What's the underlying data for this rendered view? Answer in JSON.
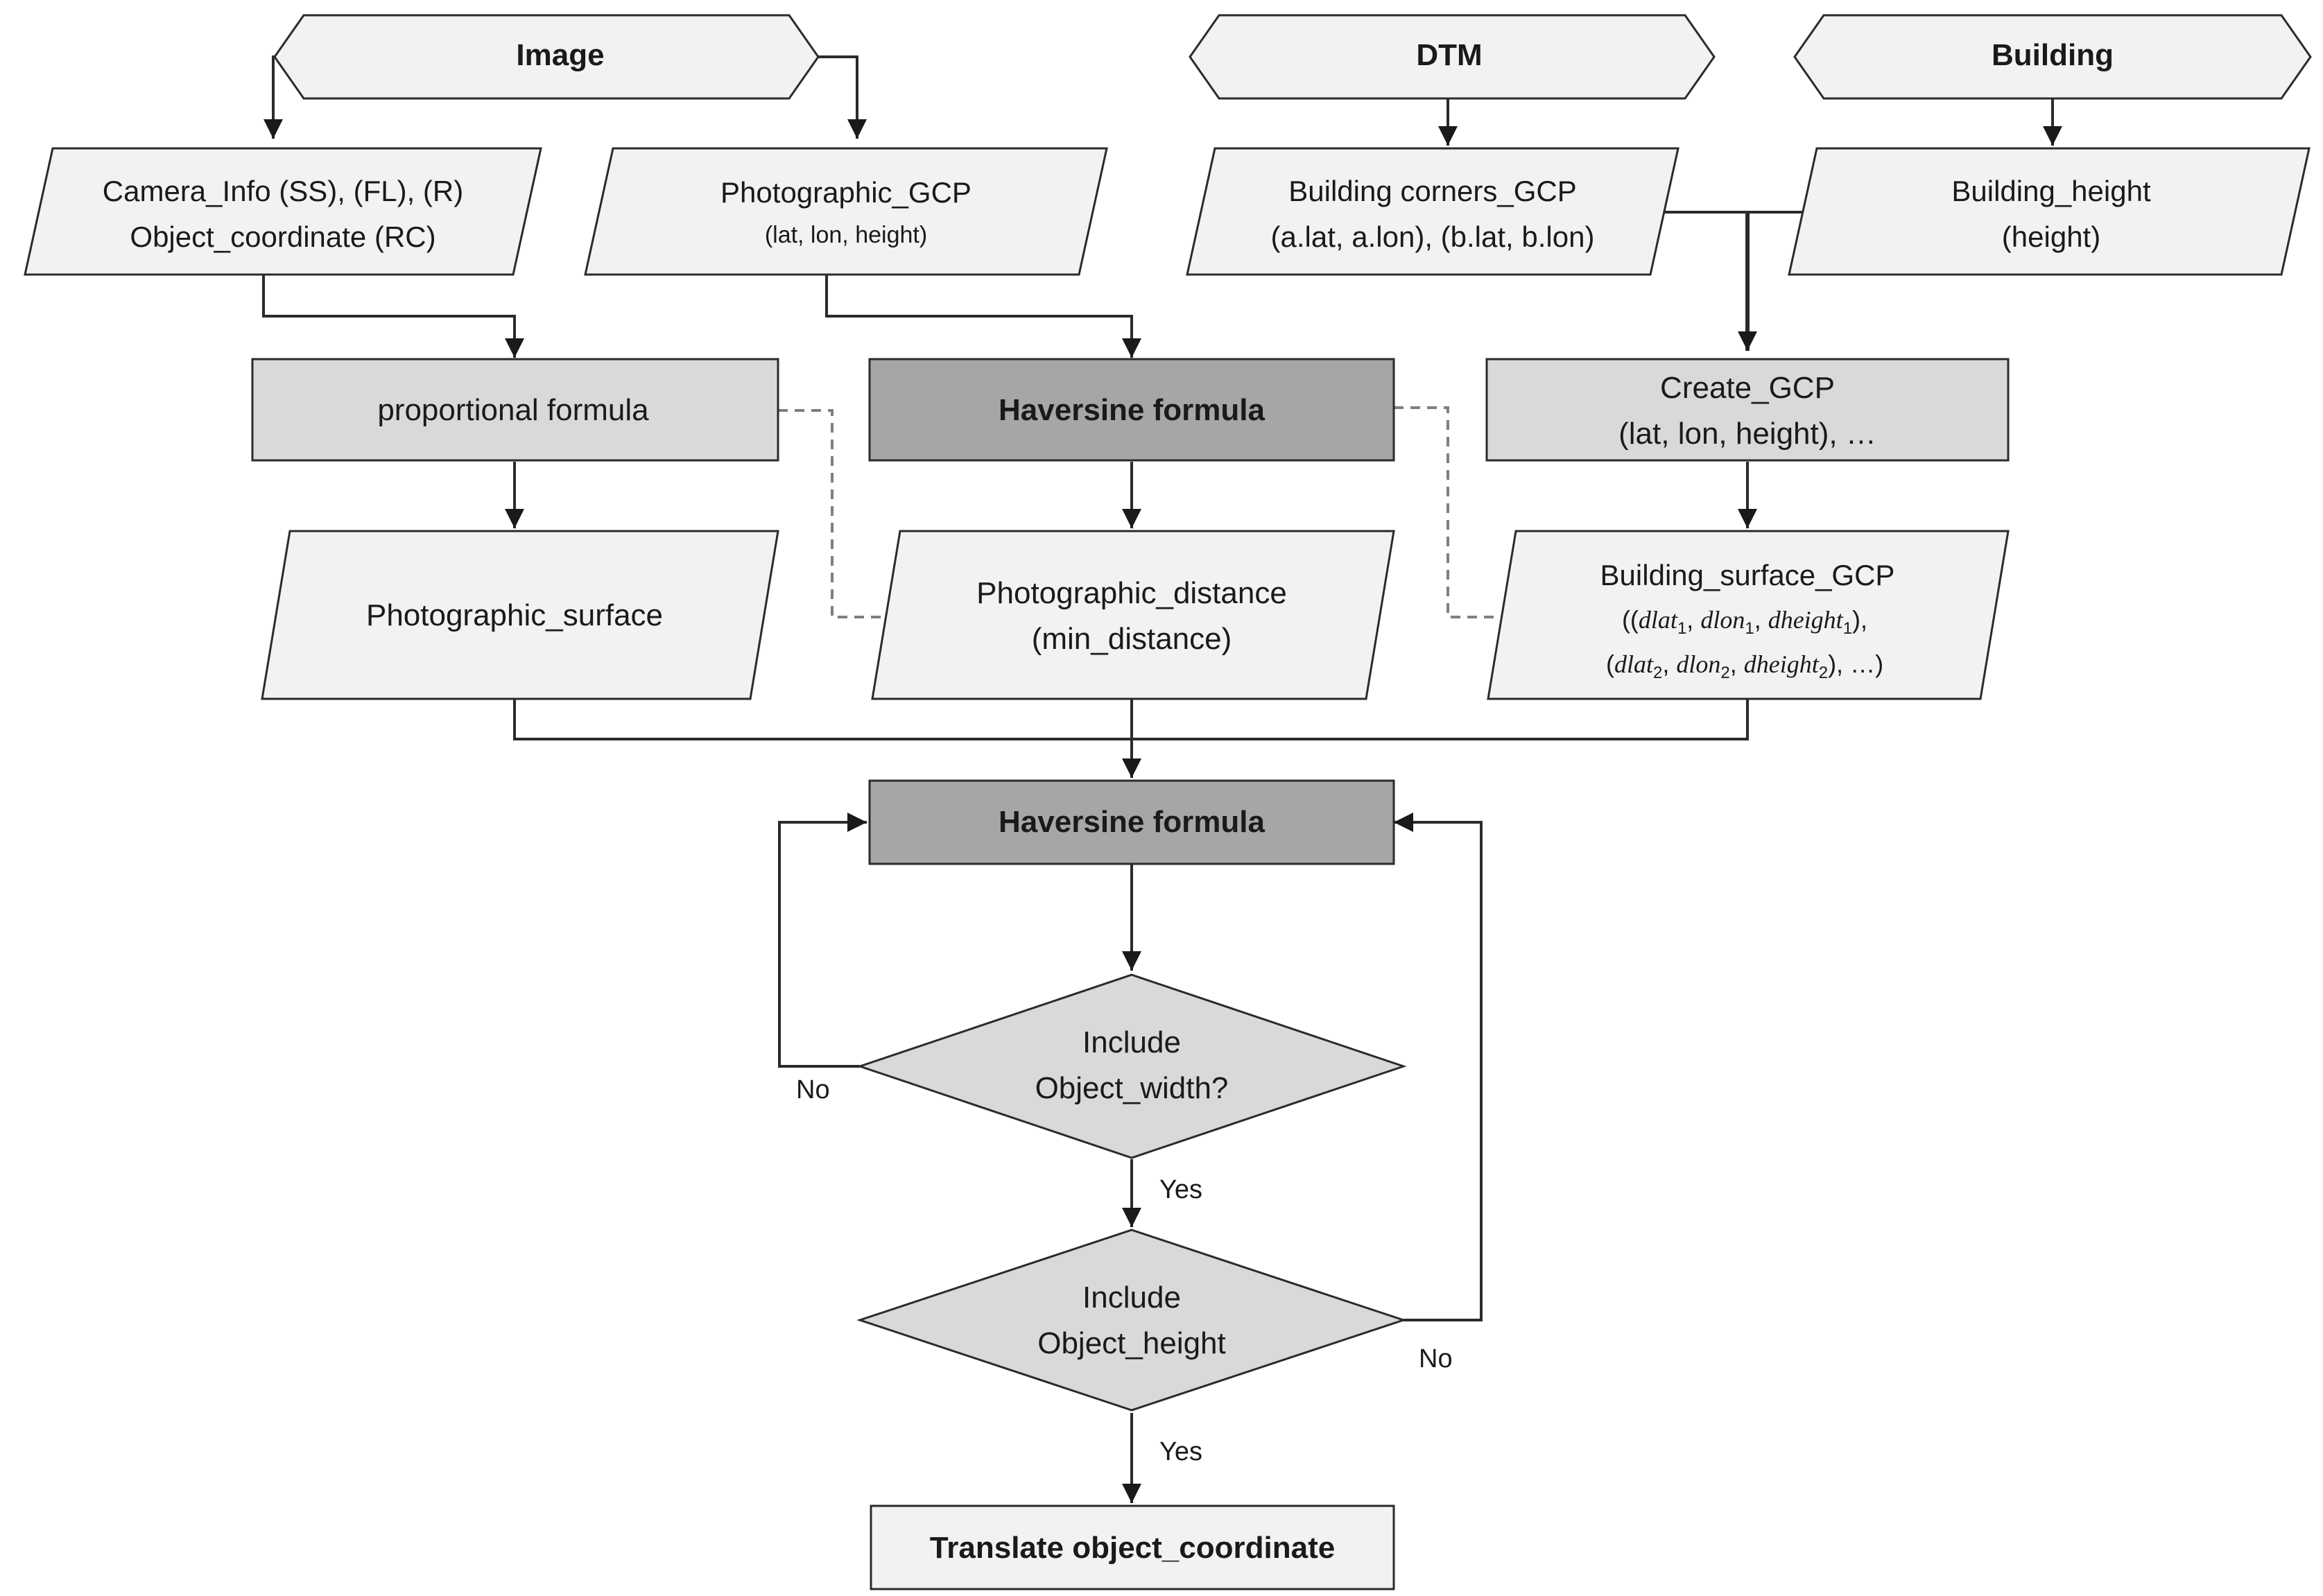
{
  "inputs": {
    "image": "Image",
    "dtm": "DTM",
    "building": "Building"
  },
  "data": {
    "camera_line1": "Camera_Info (SS), (FL), (R)",
    "camera_line2": "Object_coordinate (RC)",
    "photo_gcp_line1": "Photographic_GCP",
    "photo_gcp_line2": "(lat, lon, height)",
    "corners_line1": "Building corners_GCP",
    "corners_line2": "(a.lat, a.lon), (b.lat, b.lon)",
    "bheight_line1": "Building_height",
    "bheight_line2": "(height)",
    "photo_surface": "Photographic_surface",
    "photo_distance_line1": "Photographic_distance",
    "photo_distance_line2": "(min_distance)",
    "bsurface_line1": "Building_surface_GCP",
    "bsurface_dlat": "dlat",
    "bsurface_dlon": "dlon",
    "bsurface_dheight": "dheight",
    "bsurface_sub1": "1",
    "bsurface_sub2": "2",
    "bsurface_ellipsis": "…"
  },
  "processes": {
    "proportional": "proportional formula",
    "haversine1": "Haversine formula",
    "create_gcp_line1": "Create_GCP",
    "create_gcp_line2": "(lat, lon, height), …",
    "haversine2": "Haversine formula"
  },
  "decisions": {
    "width_line1": "Include",
    "width_line2": "Object_width?",
    "height_line1": "Include",
    "height_line2": "Object_height"
  },
  "edge_labels": {
    "no": "No",
    "yes": "Yes"
  },
  "output": "Translate object_coordinate",
  "colors": {
    "light_fill": "#f2f2f2",
    "mid_fill": "#d9d9d9",
    "dark_fill": "#a6a6a6",
    "stroke": "#2b2b2b",
    "dashed": "#7f7f7f"
  }
}
